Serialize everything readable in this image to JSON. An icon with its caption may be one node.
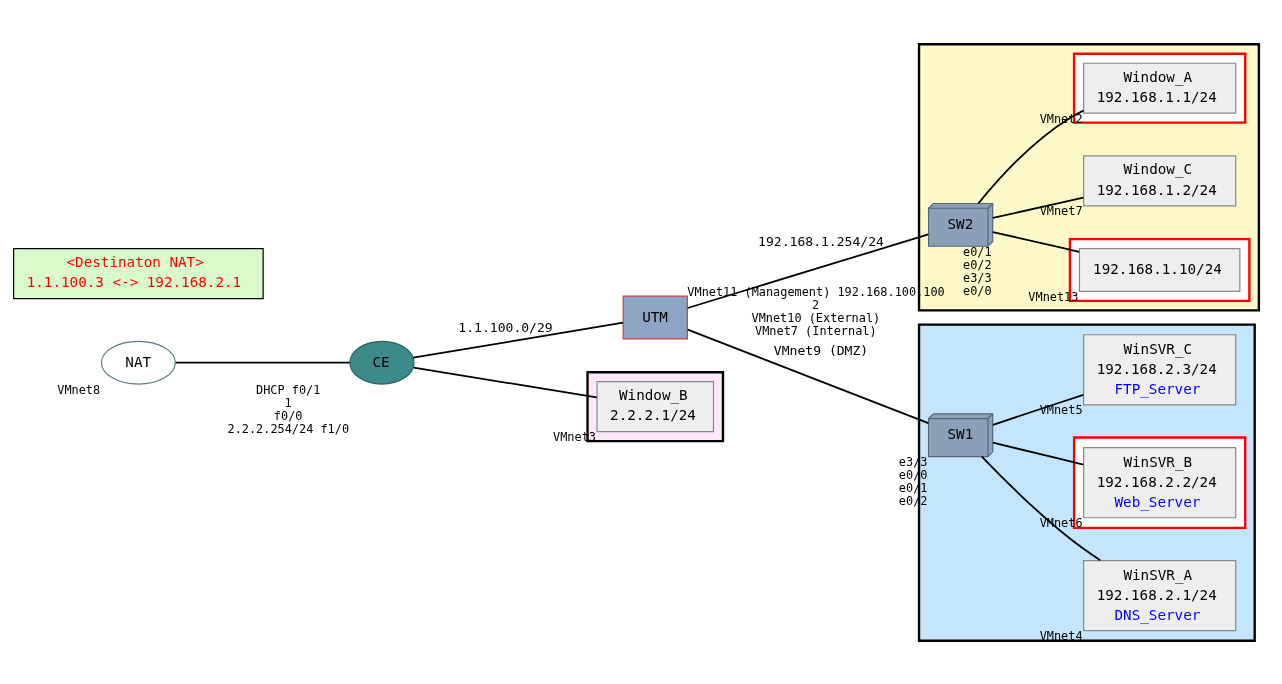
{
  "diagram": {
    "nodes": [
      {
        "text": [
          "NAT"
        ],
        "beside": [
          "VMnet8"
        ]
      },
      {
        "text": [
          "<Destinaton NAT>",
          "1.1.100.3 <-> 192.168.2.1"
        ]
      },
      {
        "text": [
          "CE"
        ],
        "beside": [
          "DHCP f0/1",
          "1",
          "f0/0",
          "2.2.2.254/24 f1/0"
        ]
      },
      {
        "text": [
          "UTM"
        ],
        "beside": [
          "VMnet11 (Management) 192.168.100.100",
          "2",
          "VMnet10 (External)",
          "VMnet7 (Internal)"
        ]
      },
      {
        "text": [],
        "shape": "box"
      },
      {
        "text": [
          "Window_B",
          "2.2.2.1/24"
        ],
        "beside": [
          "VMnet3"
        ],
        "in": 4
      },
      {
        "text": [],
        "shape": "box"
      },
      {
        "text": [],
        "shape": "box",
        "in": 6
      },
      {
        "text": [
          "192.168.1.10/24"
        ],
        "beside": [
          "VMnet13"
        ],
        "in": 7
      },
      {
        "text": [
          "Window_C",
          "192.168.1.2/24"
        ],
        "beside": [
          "VMnet7"
        ],
        "in": 6
      },
      {
        "text": [
          "SW2"
        ],
        "beside": [
          "e0/1",
          "e0/2",
          "e3/3",
          "e0/0"
        ],
        "in": 6
      },
      {
        "text": [],
        "shape": "box",
        "in": 6
      },
      {
        "text": [
          "Window_A",
          "192.168.1.1/24"
        ],
        "beside": [
          "VMnet2"
        ],
        "in": 11
      },
      {
        "text": [],
        "shape": "box"
      },
      {
        "text": [
          "SW1"
        ],
        "beside": [
          "e3/3",
          "e0/0",
          "e0/1",
          "e0/2"
        ],
        "in": 13
      },
      {
        "text": [
          "WinSVR_A",
          "192.168.2.1/24",
          "DNS_Server"
        ],
        "beside": [
          "VMnet4"
        ],
        "in": 13
      },
      {
        "text": [],
        "shape": "box",
        "in": 13
      },
      {
        "text": [
          "WinSVR_B",
          "192.168.2.2/24",
          "Web_Server"
        ],
        "beside": [
          "VMnet6"
        ],
        "in": 16
      },
      {
        "text": [
          "WinSVR_C",
          "192.168.2.3/24",
          "FTP_Server"
        ],
        "beside": [
          "VMnet5"
        ],
        "in": 13
      }
    ],
    "edges": [
      {
        "from": 0,
        "to": 2,
        "arrow": "none"
      },
      {
        "from": 2,
        "to": 3,
        "arrow": "none",
        "label": "1.1.100.0/29"
      },
      {
        "from": 2,
        "to": 5,
        "arrow": "none"
      },
      {
        "from": 3,
        "to": 10,
        "arrow": "none",
        "label": "192.168.1.254/24"
      },
      {
        "from": 3,
        "to": 14,
        "arrow": "none",
        "label": "VMnet9 (DMZ)"
      },
      {
        "from": 10,
        "to": 8,
        "arrow": "none"
      },
      {
        "from": 10,
        "to": 9,
        "arrow": "none"
      },
      {
        "from": 10,
        "to": 12,
        "arrow": "none"
      },
      {
        "from": 14,
        "to": 15,
        "arrow": "none"
      },
      {
        "from": 14,
        "to": 17,
        "arrow": "none"
      },
      {
        "from": 14,
        "to": 18,
        "arrow": "none"
      }
    ]
  }
}
